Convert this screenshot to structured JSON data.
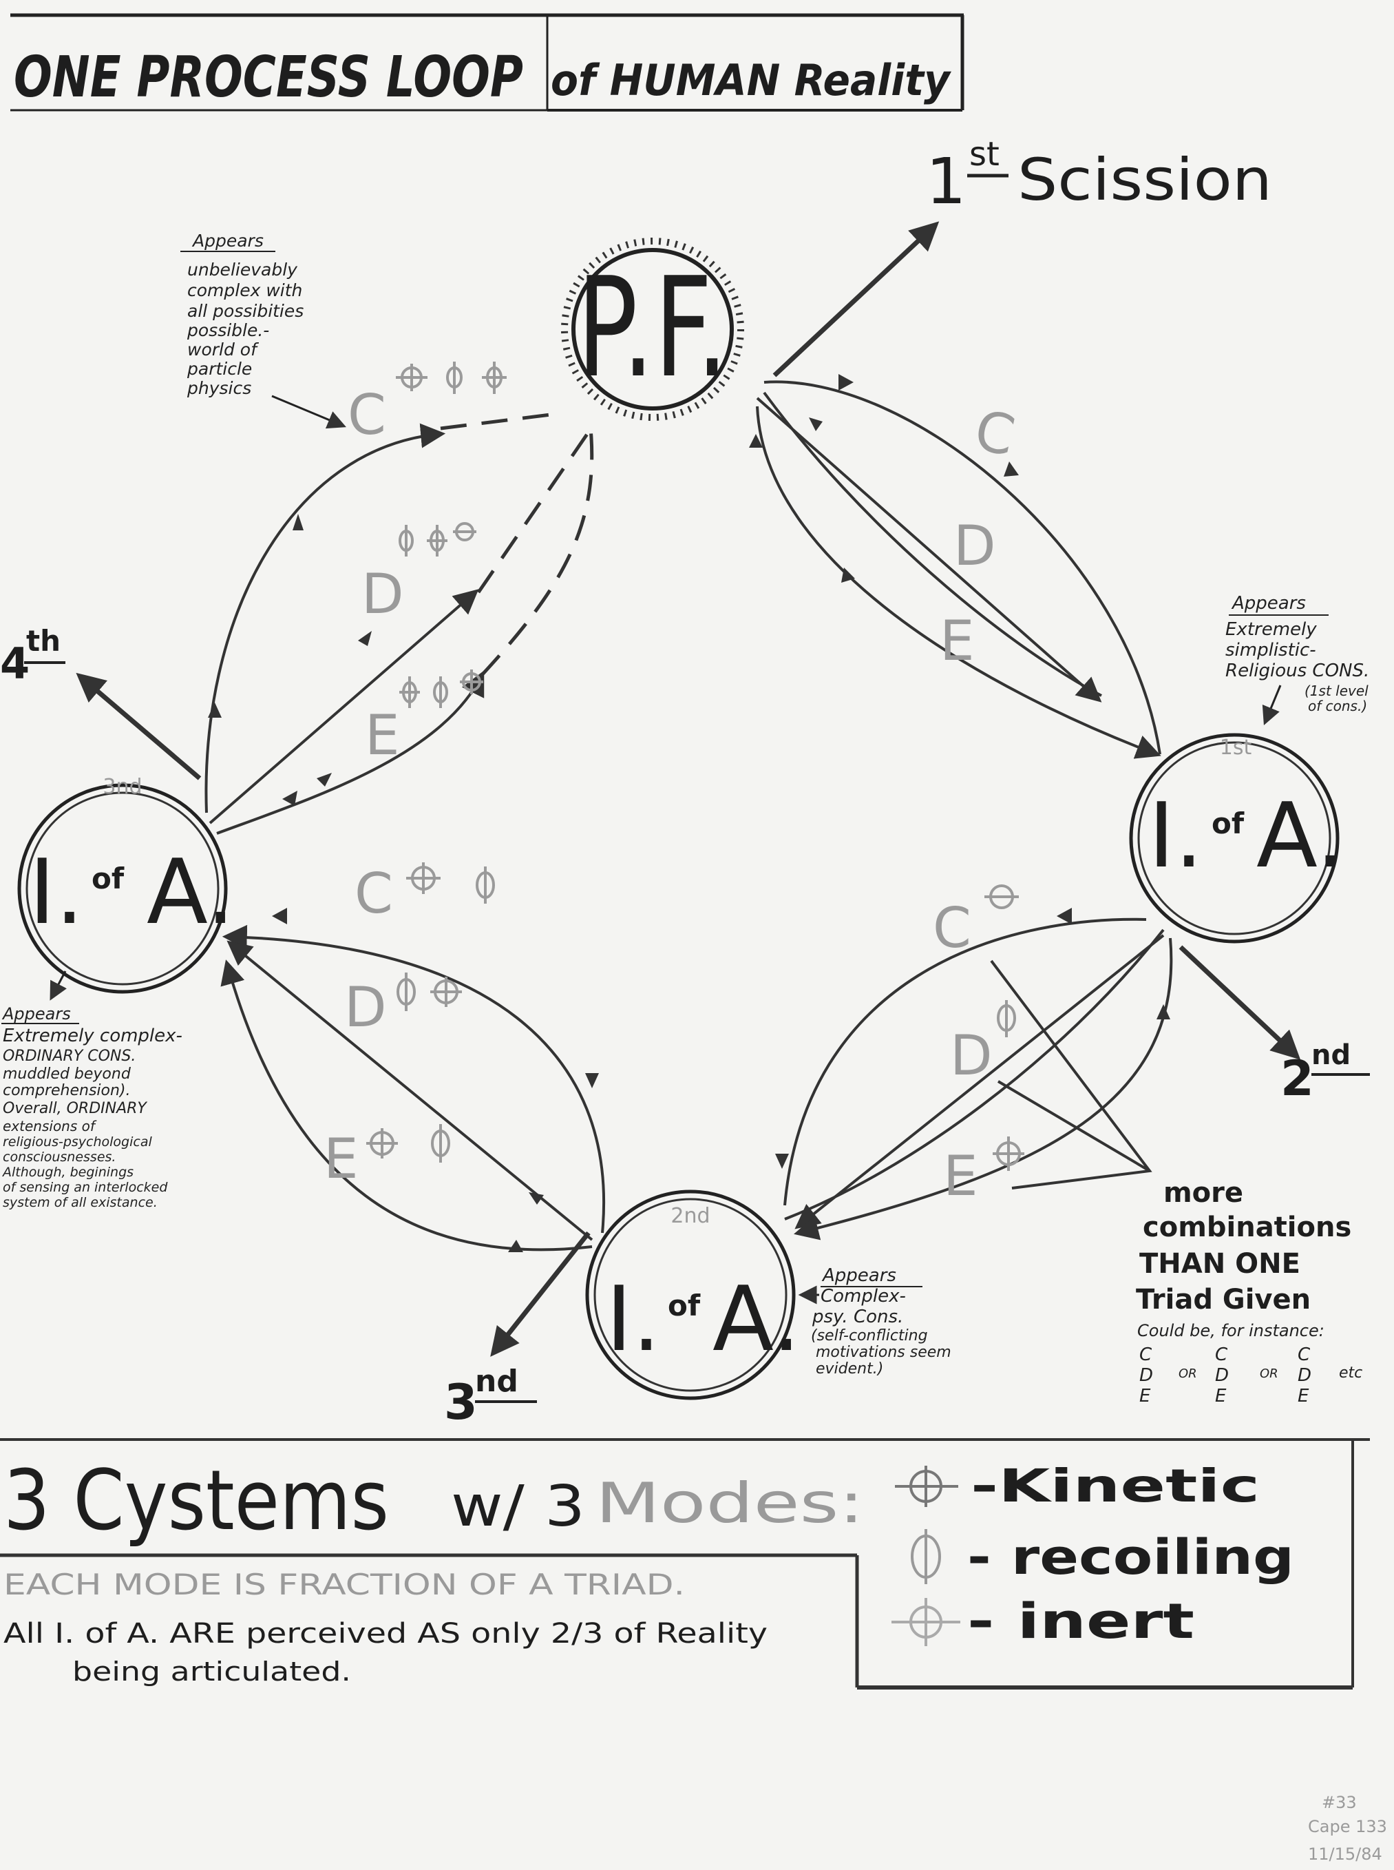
{
  "title": {
    "part1": "ONE PROCESS LOOP",
    "part2": "of HUMAN Reality"
  },
  "scissions": {
    "first": {
      "num": "1",
      "sup": "st",
      "word": "Scission"
    },
    "second": {
      "num": "2",
      "sup": "nd"
    },
    "third": {
      "num": "3",
      "sup": "nd"
    },
    "fourth": {
      "num": "4",
      "sup": "th"
    }
  },
  "nodes": {
    "pf": "P.F.",
    "ioa_label_i": "I.",
    "ioa_label_of": "of",
    "ioa_label_a": "A.",
    "first_ord": "1st",
    "second_ord": "2nd",
    "third_ord": "3nd"
  },
  "mode_labels": {
    "top_left": {
      "c": "C",
      "d": "D",
      "e": "E"
    },
    "right": {
      "c": "C",
      "d": "D",
      "e": "E"
    },
    "bottom_left": {
      "c": "C",
      "d": "D",
      "e": "E"
    },
    "bottom_right": {
      "c": "C",
      "d": "D",
      "e": "E"
    }
  },
  "notes": {
    "pf_note": [
      "Appears",
      "unbelievably",
      "complex with",
      "all possibities",
      "possible.-",
      "world of",
      "particle",
      "physics"
    ],
    "first_note": [
      "Appears",
      "Extremely",
      "simplistic-",
      "Religious CONS.",
      "(1st level",
      "of cons.)"
    ],
    "second_note": [
      "Appears",
      "Complex-",
      "psy. Cons.",
      "(self-conflicting",
      "motivations seem",
      "evident.)"
    ],
    "third_note": [
      "Appears",
      "Extremely complex-",
      "ORDINARY CONS.",
      "muddled beyond",
      "comprehension).",
      "Overall, ORDINARY",
      "extensions of",
      "religious-psychological",
      "consciousnesses.",
      "Although, beginings",
      "of sensing an interlocked",
      "system of all existance."
    ],
    "combinations": [
      "more",
      "combinations",
      "THAN ONE",
      "Triad Given"
    ],
    "could_be": "Could be, for instance:",
    "or": "OR",
    "etc": "etc"
  },
  "combo_cols": [
    [
      "C",
      "D",
      "E"
    ],
    [
      "C",
      "D",
      "E"
    ],
    [
      "C",
      "D",
      "E"
    ]
  ],
  "footer": {
    "cystems": "3 Cystems",
    "with": "w/ 3",
    "modes": "Modes:",
    "line1": "EACH MODE IS FRACTION OF A TRIAD.",
    "line2": "All I. of A. ARE perceived AS only 2/3 of Reality",
    "line3": "being articulated.",
    "legend": [
      {
        "symbol": "kinetic-symbol-icon",
        "label": "-Kinetic"
      },
      {
        "symbol": "recoiling-symbol-icon",
        "label": "- recoiling"
      },
      {
        "symbol": "inert-symbol-icon",
        "label": "- inert"
      }
    ]
  },
  "archive_note": [
    "#33",
    "Cape 133",
    "11/15/84"
  ]
}
